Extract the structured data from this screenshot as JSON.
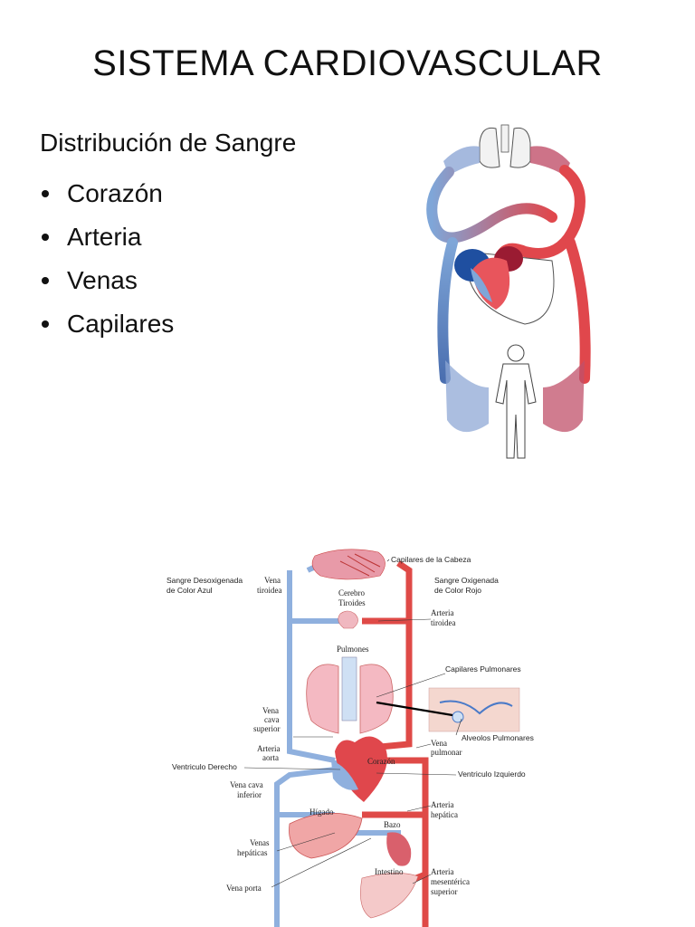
{
  "slide": {
    "title": "SISTEMA CARDIOVASCULAR",
    "subtitle": "Distribución de Sangre",
    "bullets": [
      "Corazón",
      "Arteria",
      "Venas",
      "Capilares"
    ]
  },
  "colors": {
    "oxygenated": "#e0474c",
    "deoxygenated": "#7fa6d8",
    "capillary": "#b35a7a"
  },
  "diagram": {
    "labels": {
      "head_capillaries": "Capilares de la Cabeza",
      "deoxy_blood": [
        "Sangre Desoxigenada",
        "de Color Azul"
      ],
      "oxy_blood": [
        "Sangre Oxigenada",
        "de Color Rojo"
      ],
      "thyroid_vein": [
        "Vena",
        "tiroidea"
      ],
      "brain_thyroid": [
        "Cerebro",
        "Tiroides"
      ],
      "thyroid_artery": [
        "Arteria",
        "tiroidea"
      ],
      "lungs": "Pulmones",
      "pulmonary_capillaries": "Capilares Pulmonares",
      "superior_vena_cava": [
        "Vena",
        "cava",
        "superior"
      ],
      "pulmonary_alveoli": "Alveolos Pulmonares",
      "aorta": [
        "Arteria",
        "aorta"
      ],
      "pulmonary_vein": [
        "Vena",
        "pulmonar"
      ],
      "heart": "Corazón",
      "right_ventricle": "Ventriculo Derecho",
      "left_ventricle": "Ventriculo Izquierdo",
      "inferior_vena_cava": [
        "Vena cava",
        "inferior"
      ],
      "liver": "Hígado",
      "hepatic_artery": [
        "Arteria",
        "hepática"
      ],
      "spleen": "Bazo",
      "hepatic_veins": [
        "Venas",
        "hepáticas"
      ],
      "intestine": "Intestino",
      "mesenteric_artery": [
        "Arteria",
        "mesentérica",
        "superior"
      ],
      "portal_vein": "Vena porta"
    }
  }
}
